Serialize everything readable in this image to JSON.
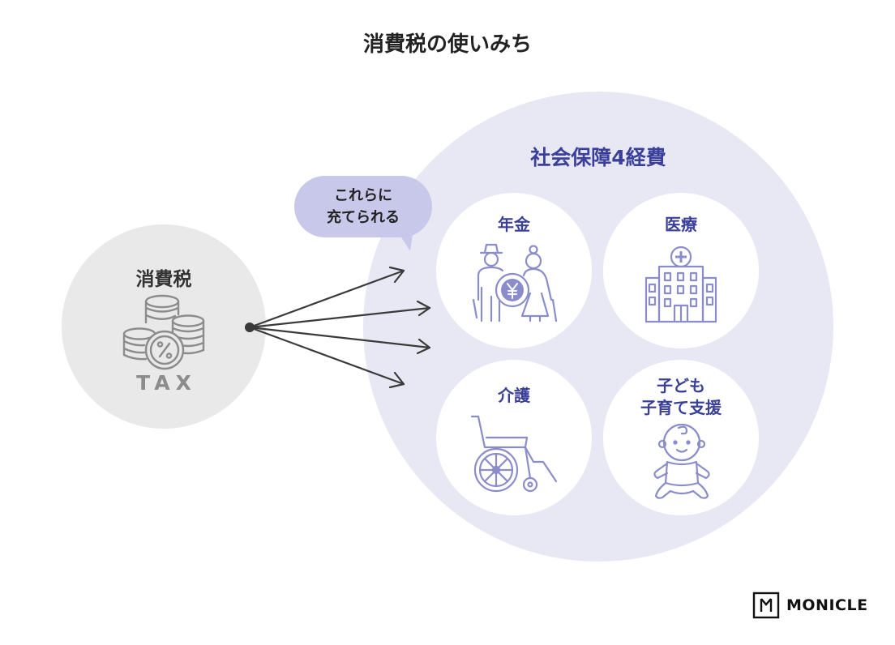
{
  "title": "消費税の使いみち",
  "source": {
    "label": "消費税",
    "icon_text": "TAX",
    "icon": "coins-percent-icon"
  },
  "bubble": {
    "line1": "これらに",
    "line2": "充てられる"
  },
  "target": {
    "title": "社会保障4経費",
    "items": [
      {
        "label": "年金",
        "icon": "elderly-couple-yen-icon"
      },
      {
        "label": "医療",
        "icon": "hospital-icon"
      },
      {
        "label": "介護",
        "icon": "wheelchair-icon"
      },
      {
        "label_line1": "子ども",
        "label_line2": "子育て支援",
        "icon": "baby-icon"
      }
    ]
  },
  "colors": {
    "accent": "#3a3f9a",
    "icon_stroke": "#8a8dc9",
    "big_circle": "#e8e8f5",
    "bubble": "#c8c9ea",
    "tax_circle": "#e9e9e9",
    "tax_icon": "#8c8c8c",
    "arrow": "#3a3a3a"
  },
  "logo": {
    "text": "MONICLE",
    "icon": "monicle-logo-icon"
  }
}
